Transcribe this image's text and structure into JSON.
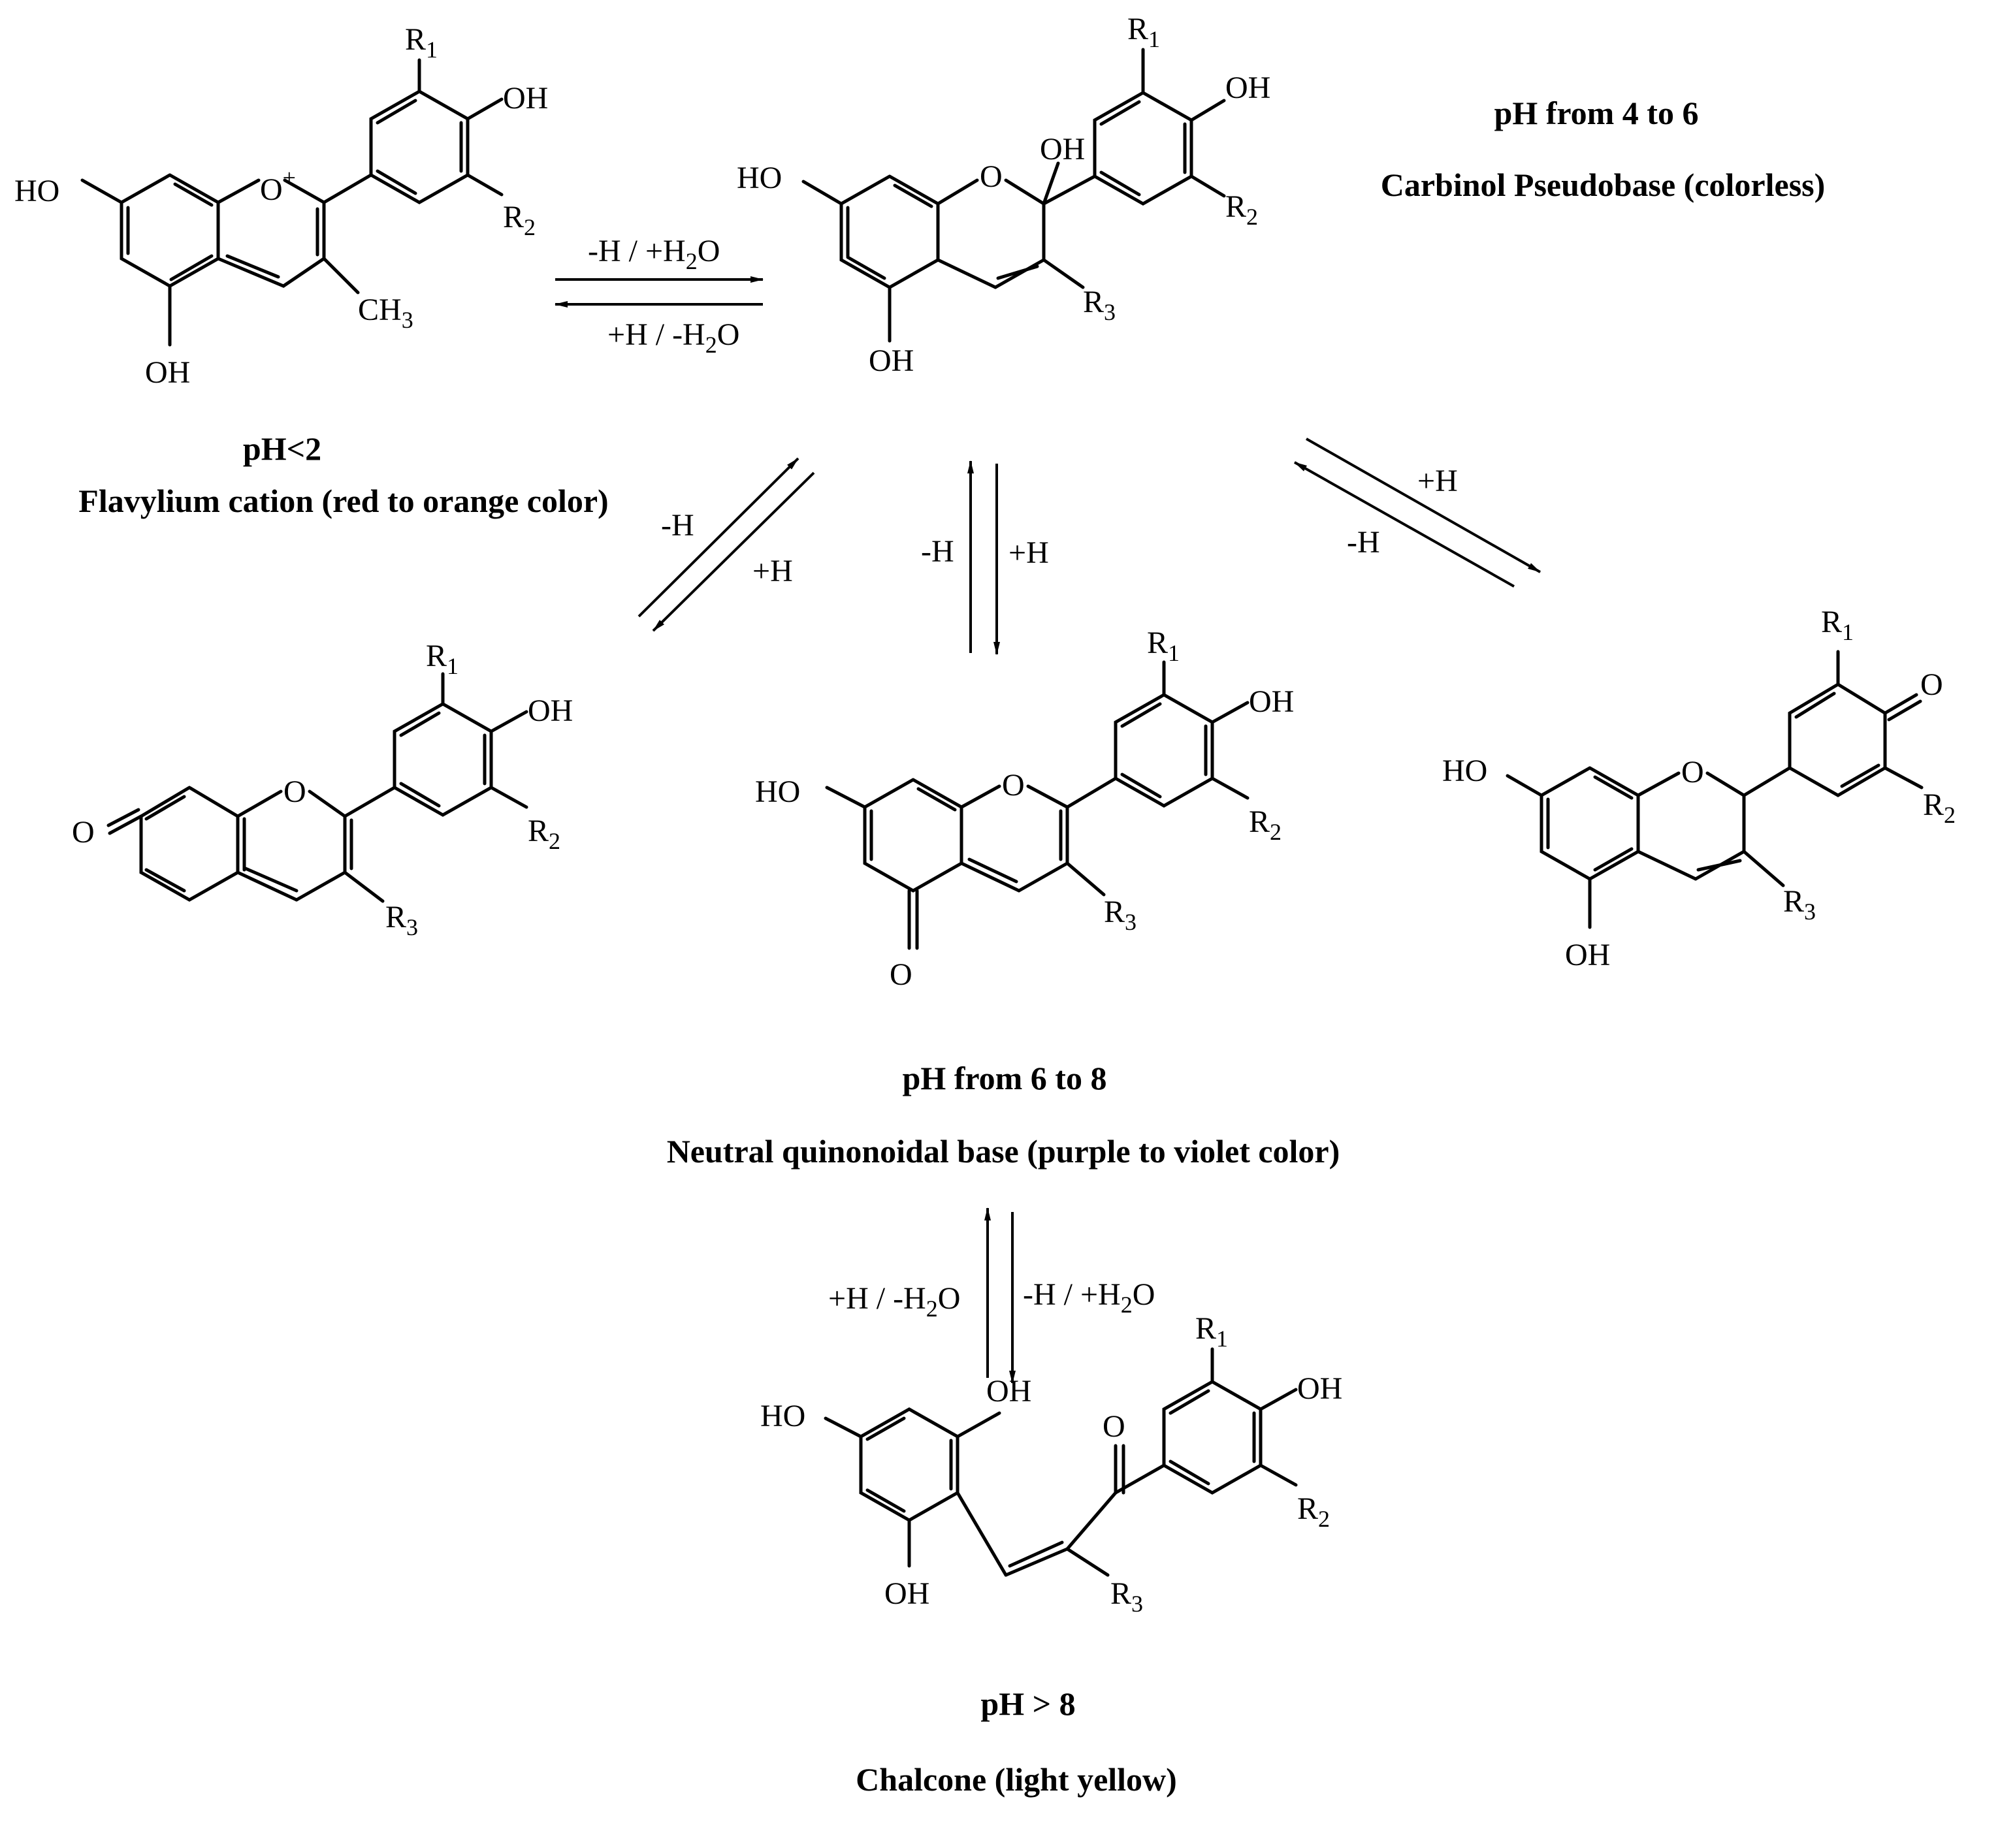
{
  "molecules": {
    "flavylium": {
      "atoms": {
        "ring_o": "O",
        "o_charge": "+",
        "r1": "R",
        "r1_sub": "1",
        "oh_4p": "OH",
        "r2": "R",
        "r2_sub": "2",
        "ho_7": "HO",
        "oh_5": "OH",
        "ch3": "CH",
        "ch3_sub": "3"
      }
    },
    "carbinol": {
      "atoms": {
        "ring_o": "O",
        "oh_2": "OH",
        "r1": "R",
        "r1_sub": "1",
        "oh_4p": "OH",
        "r2": "R",
        "r2_sub": "2",
        "ho_7": "HO",
        "oh_5": "OH",
        "r3": "R",
        "r3_sub": "3"
      }
    },
    "quinoidal_a": {
      "atoms": {
        "keto_o": "O",
        "ring_o": "O",
        "r1": "R",
        "r1_sub": "1",
        "oh_4p": "OH",
        "r2": "R",
        "r2_sub": "2",
        "r3": "R",
        "r3_sub": "3"
      }
    },
    "quinoidal_b": {
      "atoms": {
        "ho_7": "HO",
        "ring_o": "O",
        "r1": "R",
        "r1_sub": "1",
        "oh_4p": "OH",
        "r2": "R",
        "r2_sub": "2",
        "keto_o": "O",
        "r3": "R",
        "r3_sub": "3"
      }
    },
    "quinoidal_c": {
      "atoms": {
        "ho_7": "HO",
        "ring_o": "O",
        "oh_5": "OH",
        "r1": "R",
        "r1_sub": "1",
        "keto_o": "O",
        "r2": "R",
        "r2_sub": "2",
        "r3": "R",
        "r3_sub": "3"
      }
    },
    "chalcone": {
      "atoms": {
        "ho": "HO",
        "oh_top": "OH",
        "oh_bottom": "OH",
        "carbonyl_o": "O",
        "r1": "R",
        "r1_sub": "1",
        "oh_4p": "OH",
        "r2": "R",
        "r2_sub": "2",
        "r3": "R",
        "r3_sub": "3"
      }
    }
  },
  "reactions": {
    "flav_carb_forward": {
      "a": "-H / +H",
      "sub": "2",
      "b": "O"
    },
    "flav_carb_reverse": {
      "a": "+H / -H",
      "sub": "2",
      "b": "O"
    },
    "to_quinoidal_a_up": "-H",
    "to_quinoidal_a_down": "+H",
    "to_quinoidal_b_up": "-H",
    "to_quinoidal_b_down": "+H",
    "to_quinoidal_c_up": "+H",
    "to_quinoidal_c_down": "-H",
    "quin_chal_up": {
      "a": "+H / -H",
      "sub": "2",
      "b": "O"
    },
    "quin_chal_down": {
      "a": "-H / +H",
      "sub": "2",
      "b": "O"
    }
  },
  "captions": {
    "flavylium_ph": "pH<2",
    "flavylium_name": "Flavylium cation (red to orange color)",
    "carbinol_ph": "pH from 4 to 6",
    "carbinol_name": "Carbinol  Pseudobase  (colorless)",
    "quinoidal_ph": "pH from 6 to 8",
    "quinoidal_name": "Neutral quinonoidal base (purple to violet color)",
    "chalcone_ph": "pH > 8",
    "chalcone_name": "Chalcone (light yellow)"
  }
}
